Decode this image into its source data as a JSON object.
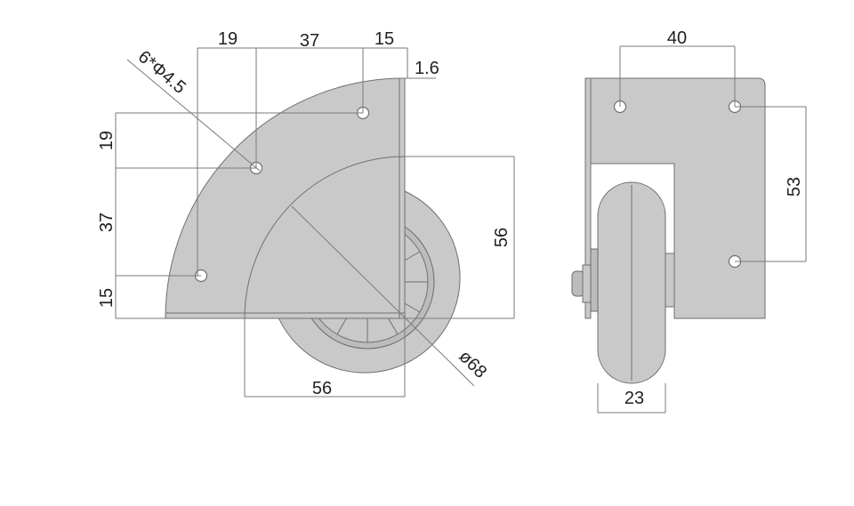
{
  "side_view": {
    "dims": {
      "top_1": "19",
      "top_2": "37",
      "top_3": "15",
      "thickness": "1.6",
      "holes": "6*Φ4.5",
      "left_1": "19",
      "left_2": "37",
      "left_3": "15",
      "right_height": "56",
      "bottom_width": "56",
      "wheel_diameter": "ø68"
    }
  },
  "front_view": {
    "dims": {
      "top_width": "40",
      "right_height": "53",
      "wheel_width": "23"
    }
  },
  "colors": {
    "part_fill": "#c9c9c9",
    "line": "#6f6f6f",
    "dimension": "#7a7a7a"
  }
}
